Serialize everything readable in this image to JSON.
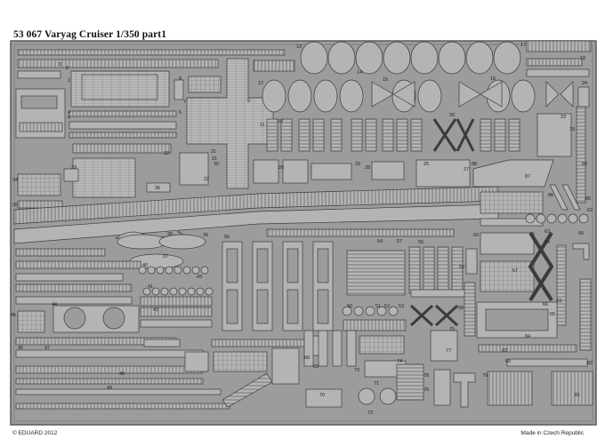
{
  "sheet": {
    "title": "53 067 Varyag Cruiser 1/350 part1",
    "copyright": "© EDUARD 2012",
    "origin": "Made in Czech Republic"
  },
  "colors": {
    "background": "#ffffff",
    "fret": "#9c9c9c",
    "fret_border": "#5a5a5a",
    "part": "#b4b4b4",
    "part_edge": "#3c3c3c",
    "etch_line": "#555555",
    "label": "#222222"
  },
  "part_numbers": [
    "1",
    "2",
    "3",
    "4",
    "5",
    "6",
    "7",
    "8",
    "9",
    "10",
    "11",
    "12",
    "13",
    "14",
    "15",
    "16",
    "17",
    "18",
    "19",
    "20",
    "21",
    "22",
    "23",
    "24",
    "25",
    "26",
    "27",
    "28",
    "29",
    "30",
    "31",
    "32",
    "33",
    "34",
    "35",
    "36",
    "37",
    "38",
    "39",
    "40",
    "41",
    "42",
    "43",
    "44",
    "45",
    "46",
    "47",
    "48",
    "49",
    "50",
    "51",
    "52",
    "53",
    "54",
    "55",
    "56",
    "57",
    "58",
    "59",
    "60",
    "61",
    "62",
    "63",
    "64",
    "65",
    "66",
    "67",
    "68",
    "69",
    "70",
    "71",
    "72",
    "73",
    "74",
    "75",
    "76",
    "77",
    "78",
    "79",
    "80",
    "81",
    "82",
    "83",
    "84",
    "85",
    "86",
    "87",
    "88",
    "89",
    "90"
  ]
}
